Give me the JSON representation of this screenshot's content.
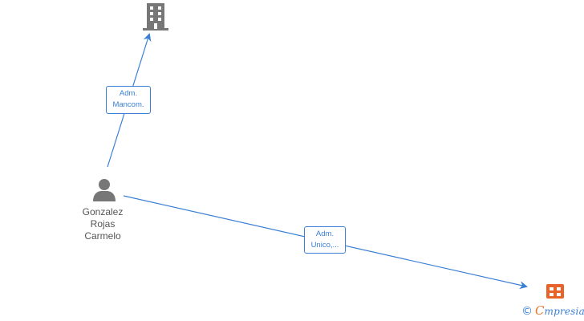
{
  "person": {
    "name_lines": [
      "Gonzalez",
      "Rojas",
      "Carmelo"
    ],
    "icon": "person-icon"
  },
  "companies": [
    {
      "icon": "building-icon",
      "color": "#777777"
    },
    {
      "icon": "building-icon",
      "color": "#e8632a"
    }
  ],
  "edges": [
    {
      "label_lines": [
        "Adm.",
        "Mancom."
      ],
      "from": "person",
      "to": "company-1"
    },
    {
      "label_lines": [
        "Adm.",
        "Unico,..."
      ],
      "from": "person",
      "to": "company-2"
    }
  ],
  "colors": {
    "edge": "#3a7fd5",
    "text": "#555555",
    "brand_e": "#e8742a"
  },
  "watermark": {
    "copyright": "©",
    "brand_first": "C",
    "brand_rest": "mpresia"
  }
}
